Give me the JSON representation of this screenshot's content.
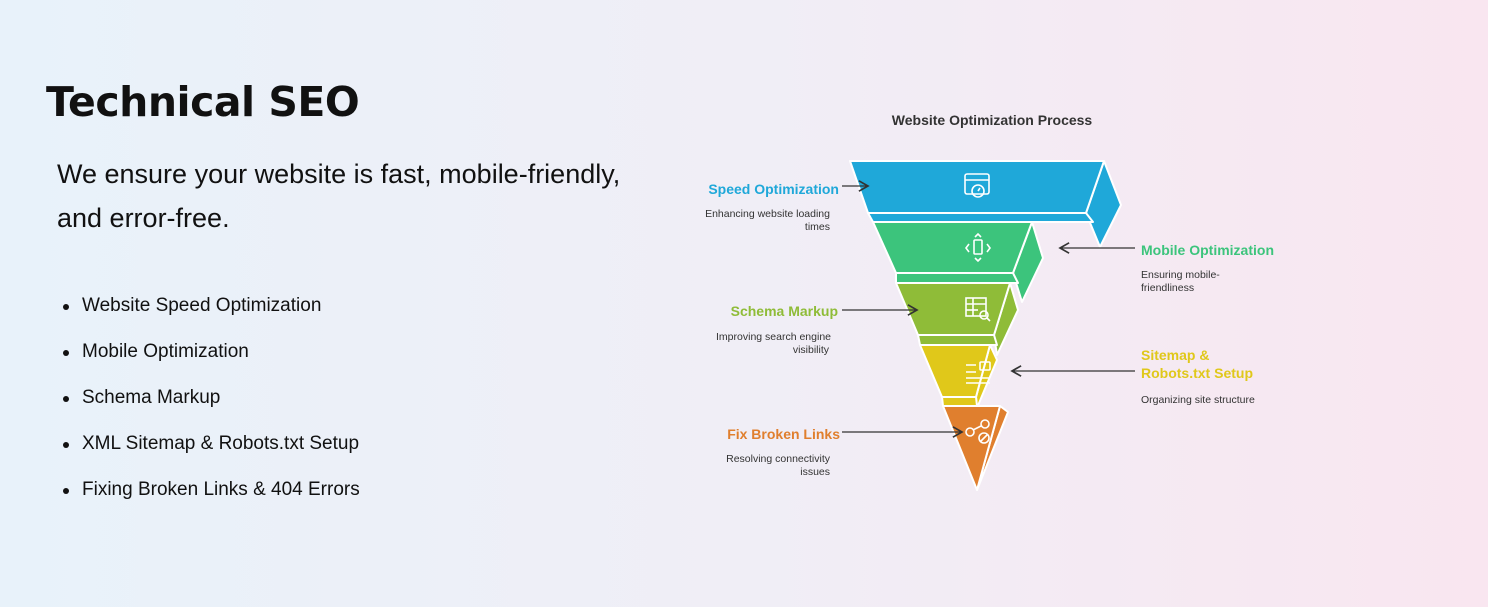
{
  "section": {
    "title": "Technical SEO",
    "lead": "We ensure your website is fast, mobile-friendly, and error-free.",
    "items": [
      "Website Speed Optimization",
      "Mobile Optimization",
      "Schema Markup",
      "XML Sitemap & Robots.txt Setup",
      "Fixing Broken Links & 404 Errors"
    ]
  },
  "diagram": {
    "title": "Website Optimization Process",
    "stages": [
      {
        "label": "Speed Optimization",
        "desc1": "Enhancing website loading",
        "desc2": "times",
        "color": "#1fa8d9",
        "icon": "stopwatch-browser-icon"
      },
      {
        "label": "Mobile Optimization",
        "desc1": "Ensuring mobile-",
        "desc2": "friendliness",
        "color": "#3cc47c",
        "icon": "mobile-arrows-icon"
      },
      {
        "label": "Schema Markup",
        "desc1": "Improving search engine",
        "desc2": "visibility",
        "color": "#8fbc38",
        "icon": "table-search-icon"
      },
      {
        "label": "Sitemap &",
        "label2": "Robots.txt Setup",
        "desc1": "Organizing site structure",
        "color": "#e0c81a",
        "icon": "robot-list-icon"
      },
      {
        "label": "Fix Broken Links",
        "desc1": "Resolving connectivity",
        "desc2": "issues",
        "color": "#e07f2e",
        "icon": "broken-link-icon"
      }
    ]
  }
}
